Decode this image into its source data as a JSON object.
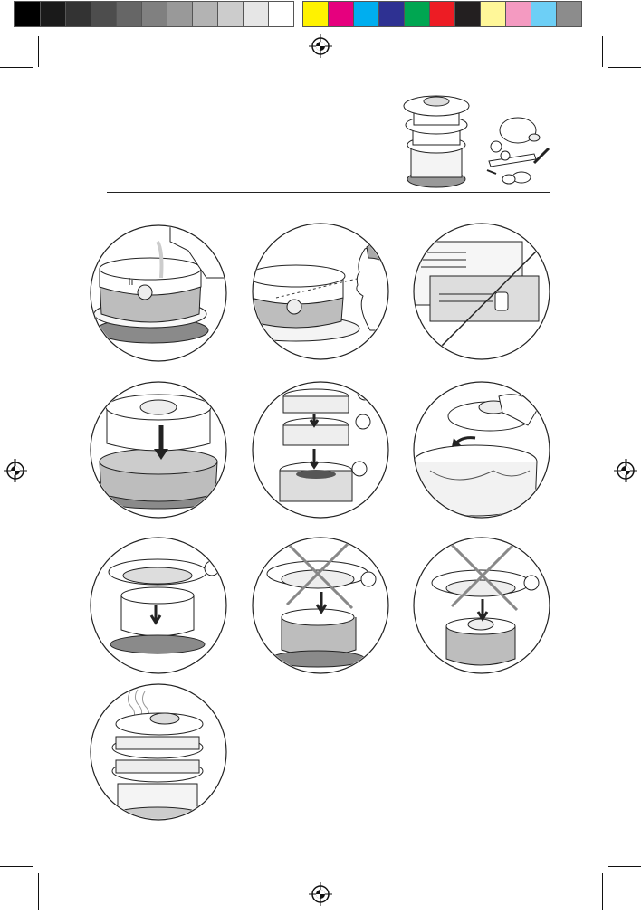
{
  "colors": {
    "swatches_gray": [
      "#000000",
      "#1a1a1a",
      "#333333",
      "#4d4d4d",
      "#666666",
      "#808080",
      "#999999",
      "#b3b3b3",
      "#cccccc",
      "#e6e6e6",
      "#ffffff"
    ],
    "swatches_color": [
      "#fff200",
      "#e6007e",
      "#00aeef",
      "#2e3192",
      "#00a651",
      "#ed1c24",
      "#231f20",
      "#fff799",
      "#f49ac1",
      "#6dcff6",
      "#8c8c8c"
    ],
    "water": "#b5b5b5",
    "base": "#8a8a8a",
    "line": "#222222"
  },
  "panels": [
    {
      "id": "fill-water",
      "icon": "water-jug-icon"
    },
    {
      "id": "check-level",
      "icon": "eye-icon"
    },
    {
      "id": "cooking-table",
      "icon": "table-icon"
    },
    {
      "id": "place-tray",
      "icon": "tray-icon"
    },
    {
      "id": "stack-baskets",
      "icon": "stack-icon"
    },
    {
      "id": "place-lid",
      "icon": "lid-icon"
    },
    {
      "id": "add-basket",
      "icon": "basket-icon"
    },
    {
      "id": "wrong-order-1",
      "icon": "cross-icon"
    },
    {
      "id": "wrong-order-2",
      "icon": "cross-icon"
    },
    {
      "id": "steaming",
      "icon": "steam-icon"
    }
  ]
}
